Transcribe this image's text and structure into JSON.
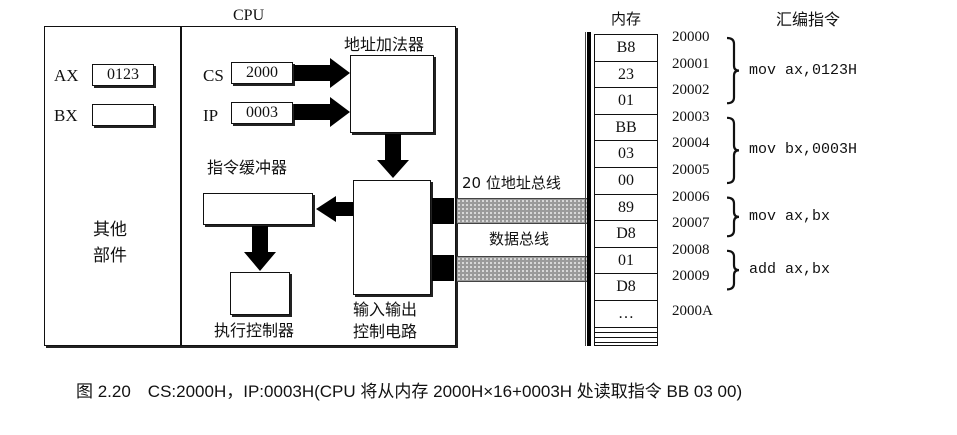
{
  "cpu": {
    "title": "CPU",
    "other_parts_line1": "其他",
    "other_parts_line2": "部件",
    "registers": {
      "ax": {
        "name": "AX",
        "value": "0123"
      },
      "bx": {
        "name": "BX",
        "value": ""
      },
      "cs": {
        "name": "CS",
        "value": "2000"
      },
      "ip": {
        "name": "IP",
        "value": "0003"
      }
    },
    "address_adder": "地址加法器",
    "instruction_buffer": "指令缓冲器",
    "execution_controller": "执行控制器",
    "io_circuit_line1": "输入输出",
    "io_circuit_line2": "控制电路"
  },
  "buses": {
    "address_bus": "20 位地址总线",
    "data_bus": "数据总线"
  },
  "memory": {
    "title": "内存",
    "cells": [
      "B8",
      "23",
      "01",
      "BB",
      "03",
      "00",
      "89",
      "D8",
      "01",
      "D8",
      "…"
    ],
    "addresses": [
      "20000",
      "20001",
      "20002",
      "20003",
      "20004",
      "20005",
      "20006",
      "20007",
      "20008",
      "20009",
      "2000A"
    ]
  },
  "assembly": {
    "title": "汇编指令",
    "instructions": [
      {
        "text": "mov ax,0123H",
        "range": "20000-20002"
      },
      {
        "text": "mov bx,0003H",
        "range": "20003-20005"
      },
      {
        "text": "mov ax,bx",
        "range": "20006-20007"
      },
      {
        "text": "add ax,bx",
        "range": "20008-20009"
      }
    ]
  },
  "caption": "图 2.20　CS:2000H，IP:0003H(CPU 将从内存 2000H×16+0003H 处读取指令 BB 03 00)"
}
